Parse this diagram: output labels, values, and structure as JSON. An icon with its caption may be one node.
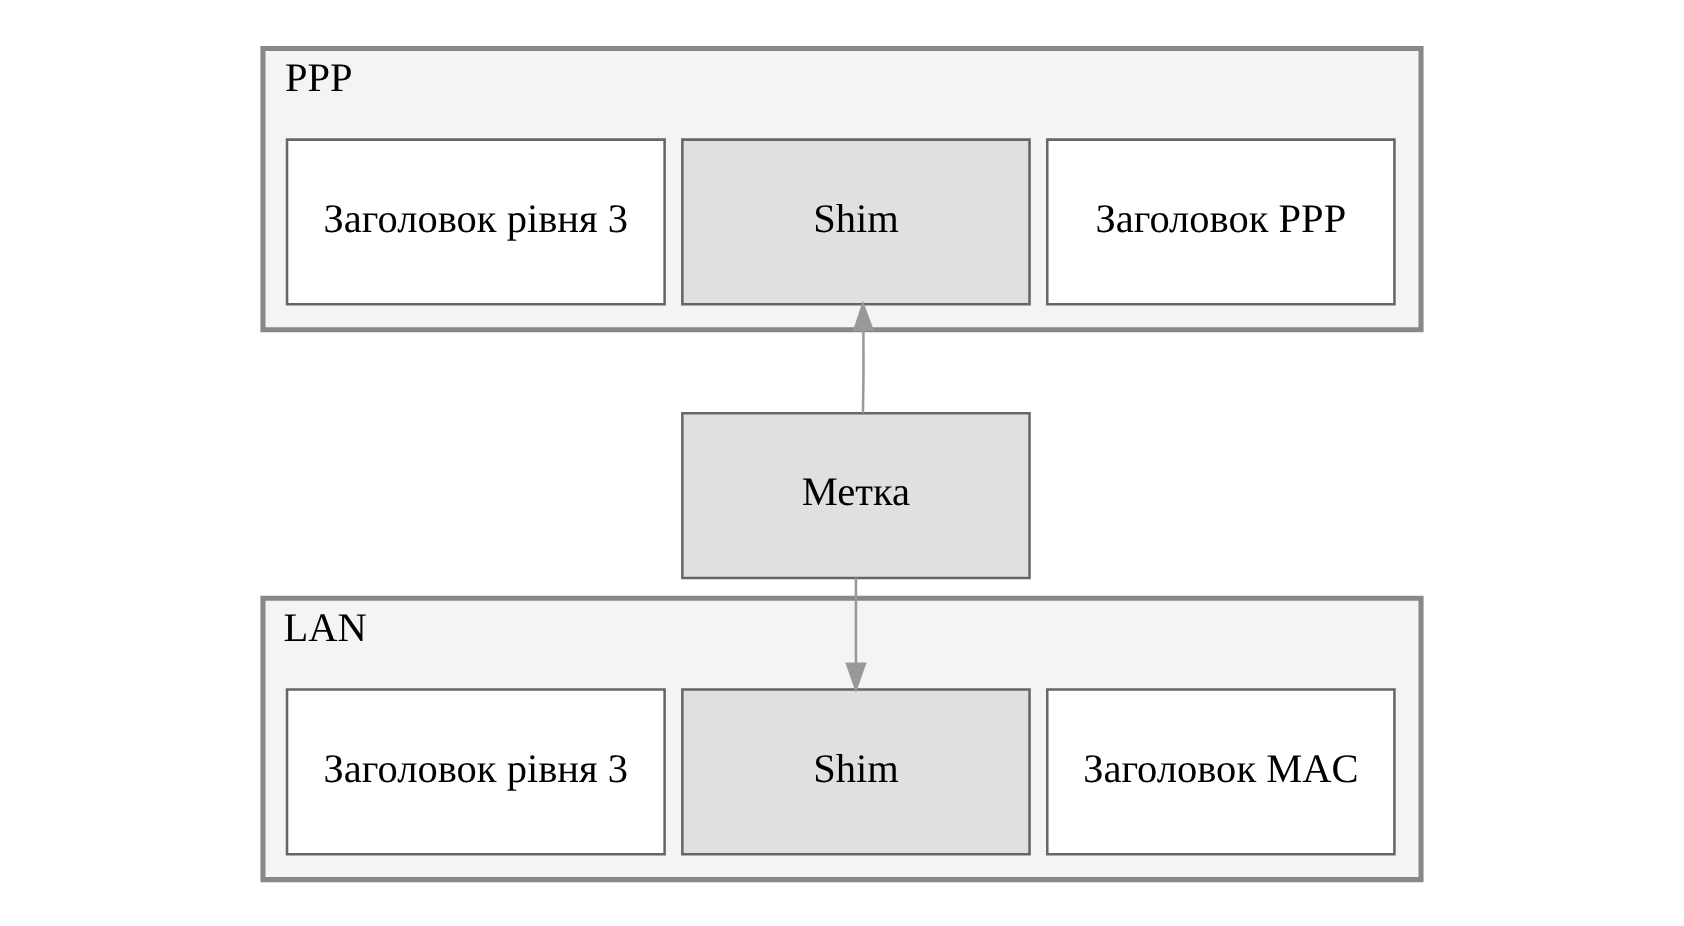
{
  "diagram": {
    "nodes": [
      {
        "text": [
          "PPP"
        ]
      },
      {
        "text": [
          "Заголовок PPP"
        ],
        "in": 0
      },
      {
        "text": [
          "Shim"
        ],
        "in": 0
      },
      {
        "text": [
          "Заголовок рівня 3"
        ],
        "in": 0
      },
      {
        "text": [
          "Метка"
        ]
      },
      {
        "text": [
          "LAN"
        ]
      },
      {
        "text": [
          "Заголовок MAC"
        ],
        "in": 5
      },
      {
        "text": [
          "Shim"
        ],
        "in": 5
      },
      {
        "text": [
          "Заголовок рівня 3"
        ],
        "in": 5
      }
    ],
    "edges": [
      {
        "from": 4,
        "to": 2,
        "arrow": "to",
        "color": "#999999"
      },
      {
        "from": 4,
        "to": 7,
        "arrow": "to",
        "color": "#999999"
      }
    ]
  }
}
